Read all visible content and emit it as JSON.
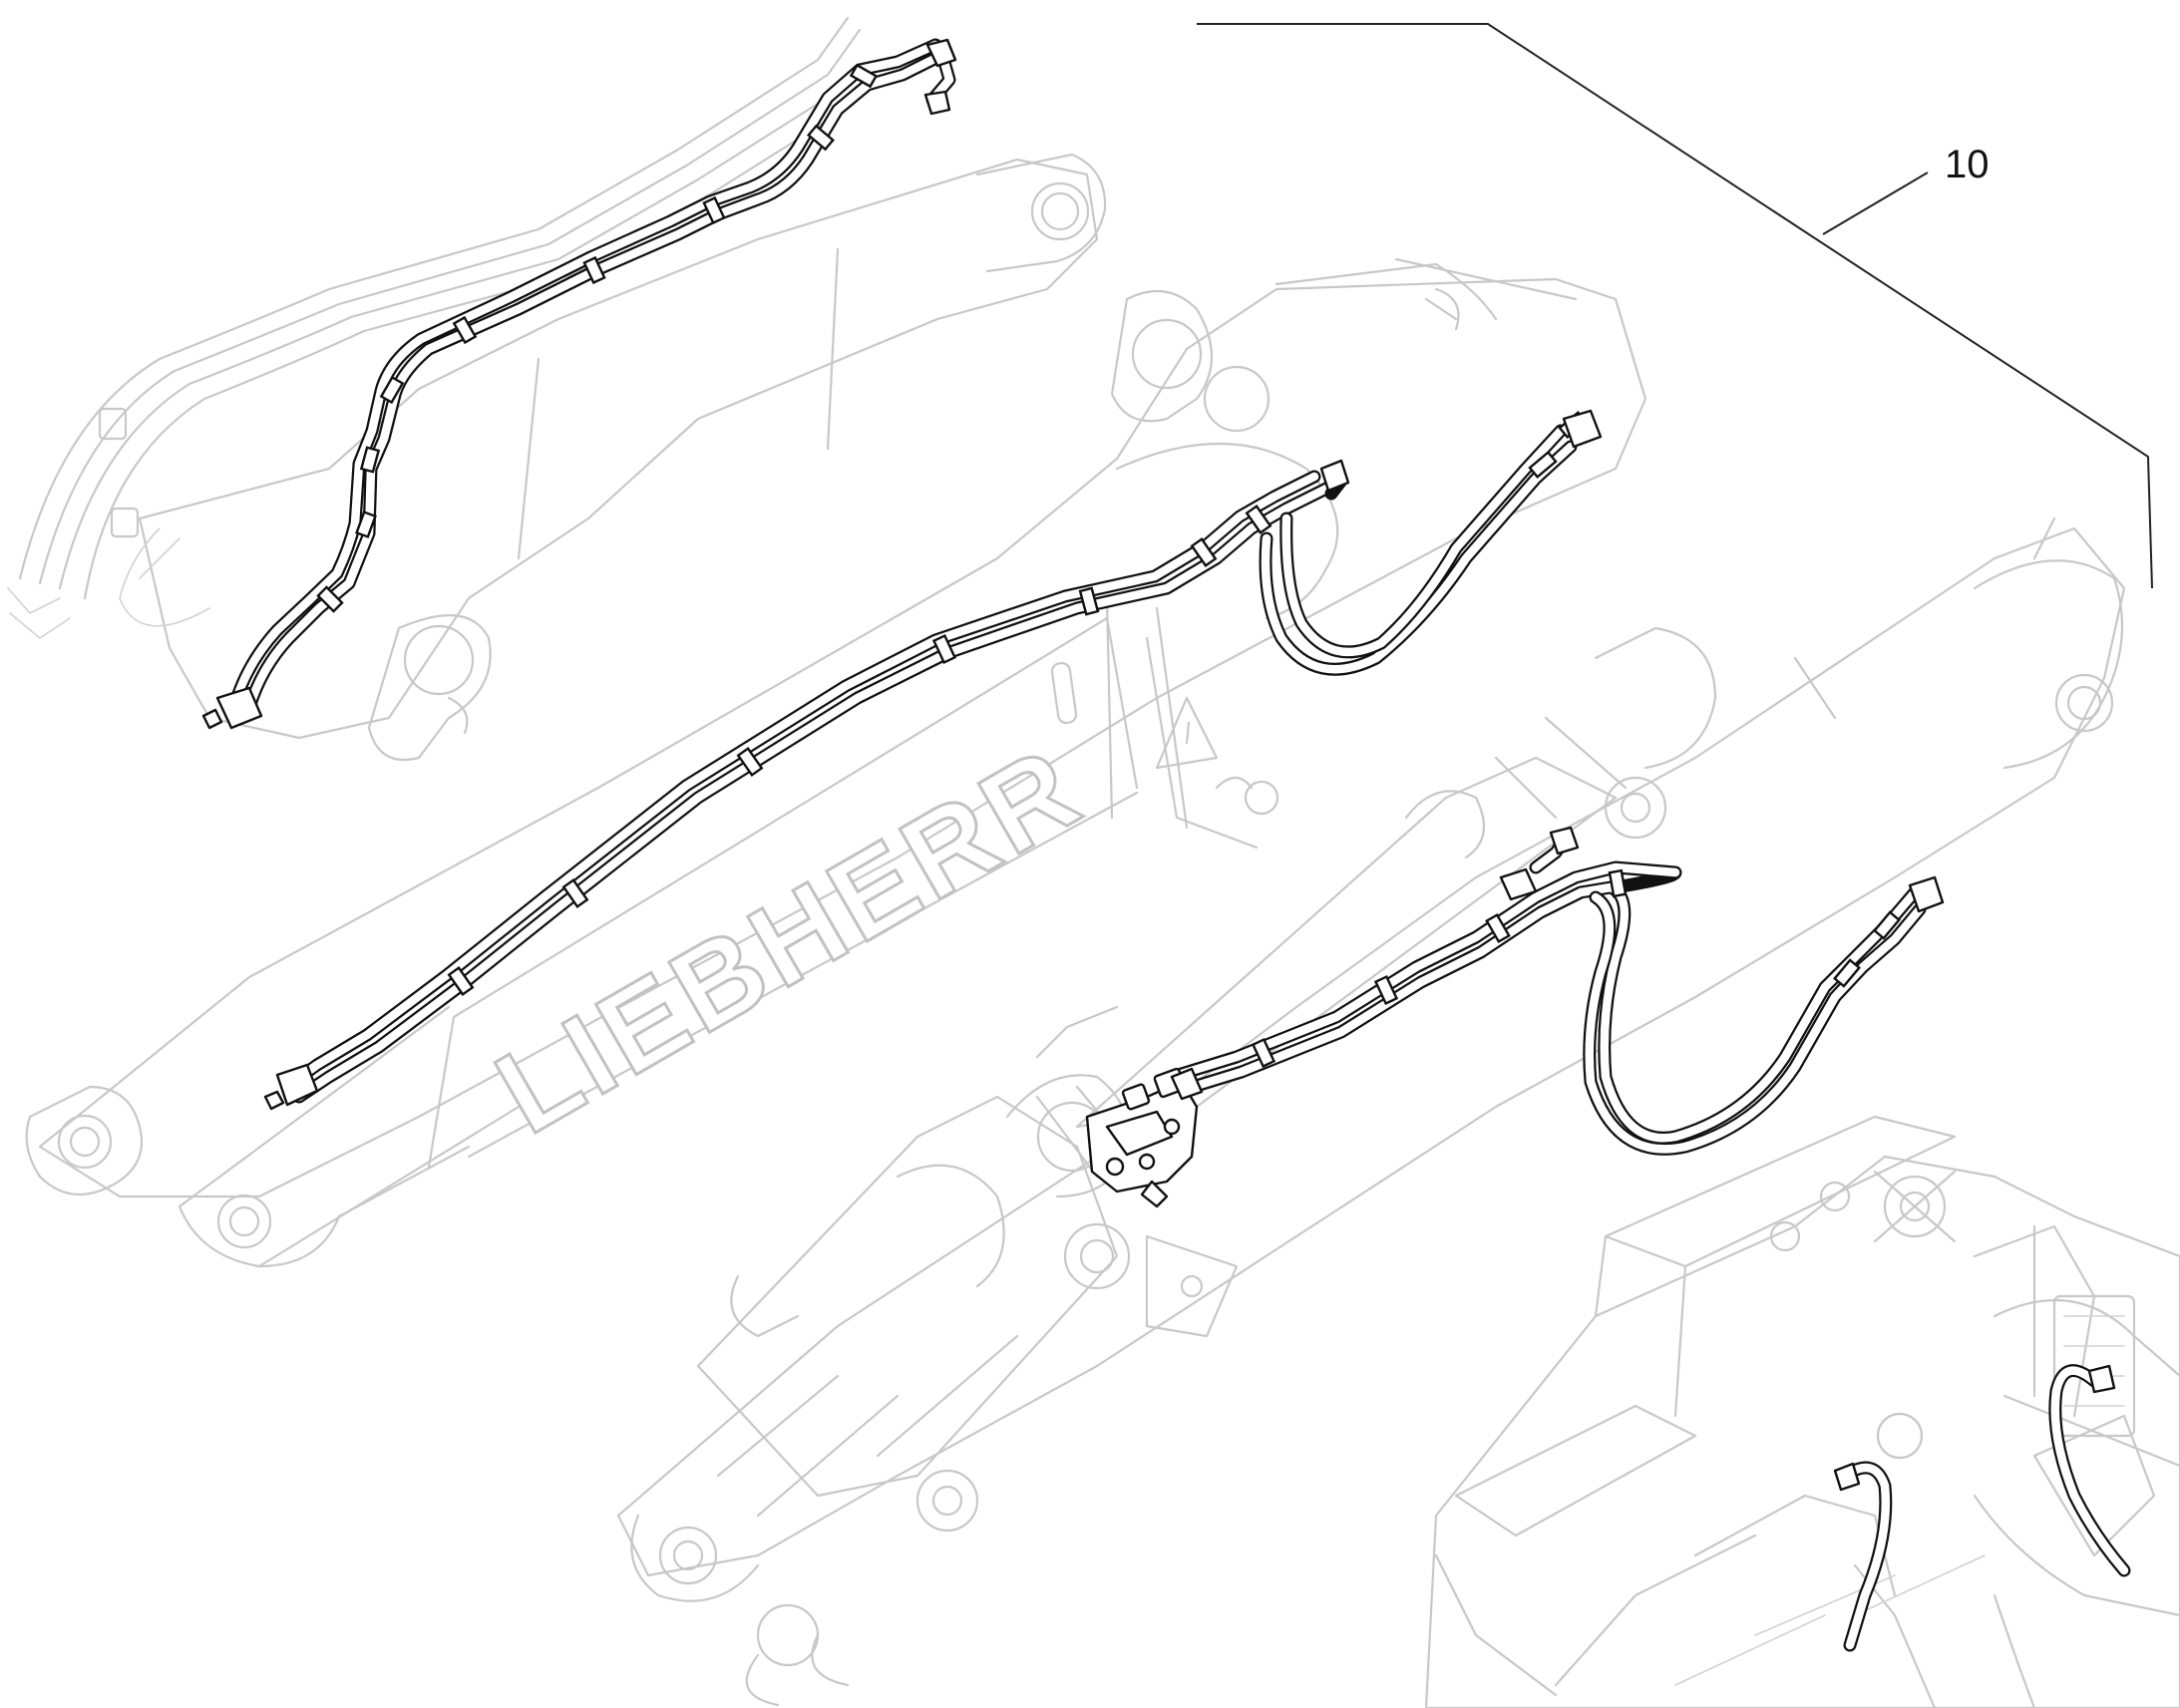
{
  "callouts": [
    {
      "id": "10",
      "label": "10"
    }
  ],
  "boom_lettering": "LIEBHERR",
  "colors": {
    "background": "#ffffff",
    "ghosted_structure": "#c8c8c8",
    "hose_highlight": "#111111",
    "leader_line": "#222222"
  }
}
